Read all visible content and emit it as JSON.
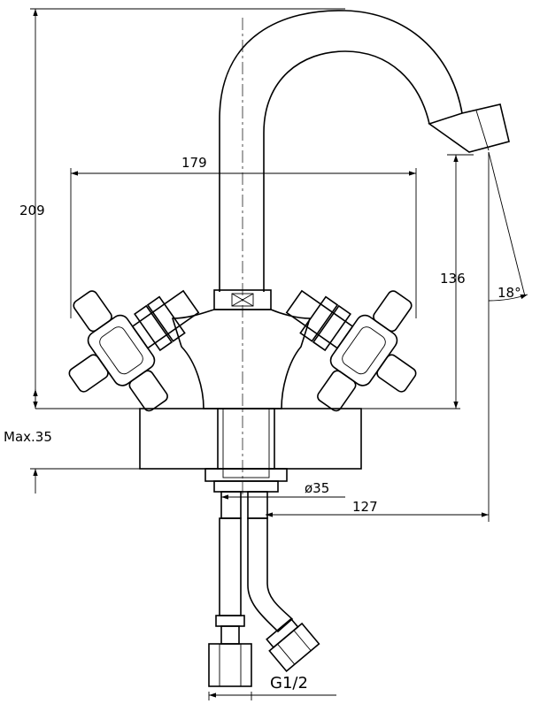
{
  "dimensions": {
    "total_height": "209",
    "spread_width": "179",
    "spout_height": "136",
    "spout_reach": "127",
    "spout_angle": "18°",
    "shank_diameter": "ø35",
    "max_mount_thickness": "Max.35",
    "thread": "G1/2"
  },
  "colors": {
    "line": "#000000",
    "background": "#ffffff"
  }
}
